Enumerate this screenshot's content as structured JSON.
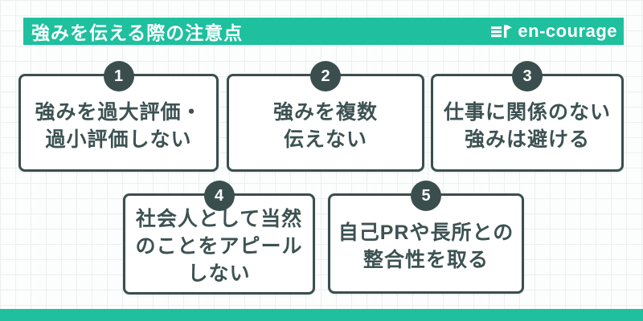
{
  "header": {
    "title": "強みを伝える際の注意点",
    "logo_text": "en-courage"
  },
  "boxes": [
    {
      "number": "1",
      "lines": [
        "強みを過大評価・",
        "過小評価しない"
      ]
    },
    {
      "number": "2",
      "lines": [
        "強みを複数",
        "伝えない"
      ]
    },
    {
      "number": "3",
      "lines": [
        "仕事に関係のない",
        "強みは避ける"
      ]
    },
    {
      "number": "4",
      "lines": [
        "社会人として当然",
        "のことをアピール",
        "しない"
      ]
    },
    {
      "number": "5",
      "lines": [
        "自己PRや長所との",
        "整合性を取る"
      ]
    }
  ],
  "colors": {
    "accent_teal": "#1ec09e",
    "dark_slate": "#3b4e4e",
    "text": "#3d5252",
    "background": "#fcfdfd",
    "grid_line": "#edf0f0"
  }
}
